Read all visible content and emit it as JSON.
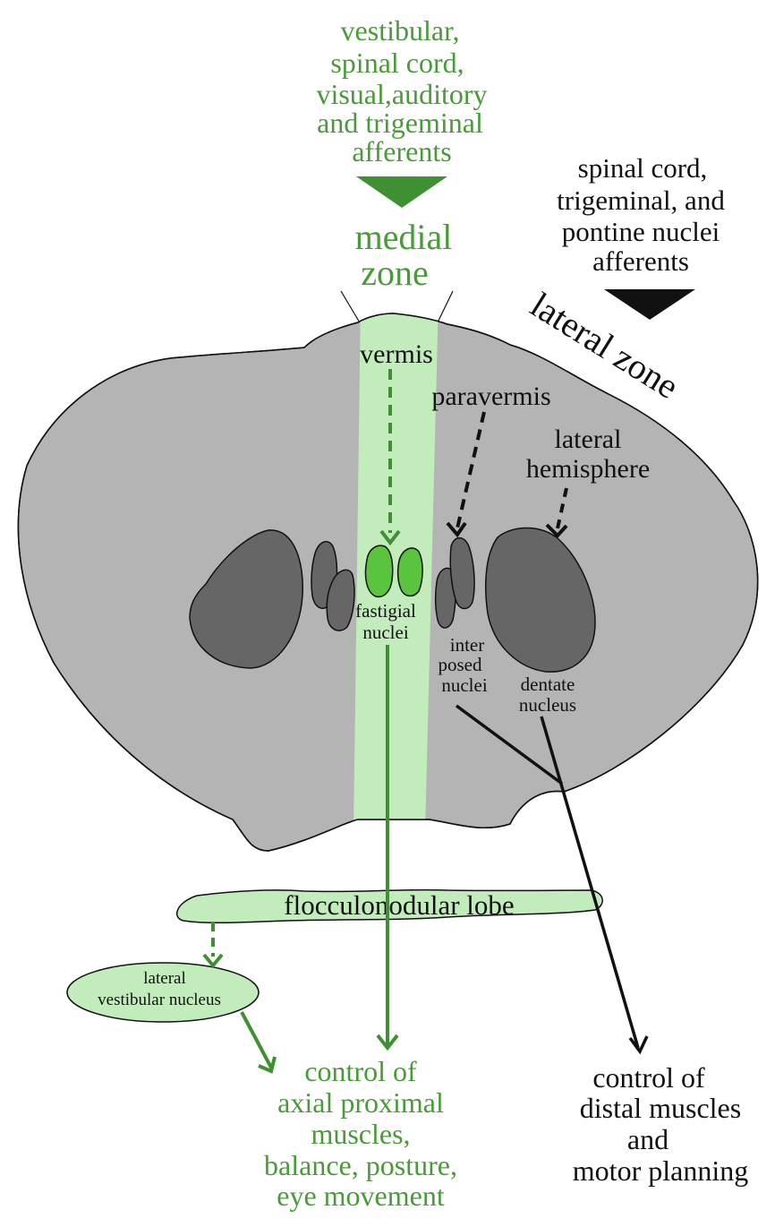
{
  "colors": {
    "green_text": "#4a9a3a",
    "green_arrow": "#3f9032",
    "light_green": "#c2ecbb",
    "bright_green": "#5bc43e",
    "gray": "#b4b4b4",
    "dark_gray": "#666666",
    "black": "#111111"
  },
  "top_afferents": {
    "lines": [
      "vestibular,",
      "spinal cord,",
      "visual,auditory",
      "and trigeminal",
      "afferents"
    ]
  },
  "medial_zone": {
    "lines": [
      "medial",
      "zone"
    ]
  },
  "lateral_afferents": {
    "lines": [
      "spinal cord,",
      "trigeminal, and",
      "pontine nuclei",
      "afferents"
    ]
  },
  "lateral_zone": {
    "label": "lateral zone"
  },
  "regions": {
    "vermis": "vermis",
    "paravermis": "paravermis",
    "lateral_hemisphere": [
      "lateral",
      "hemisphere"
    ]
  },
  "nuclei": {
    "fastigial": [
      "fastigial",
      "nuclei"
    ],
    "interposed": [
      "inter",
      "posed",
      "nuclei"
    ],
    "dentate": [
      "dentate",
      "nucleus"
    ]
  },
  "flocculonodular": {
    "label": "flocculonodular lobe"
  },
  "lateral_vestibular": {
    "lines": [
      "lateral",
      "vestibular nucleus"
    ]
  },
  "output_green": {
    "lines": [
      "control of",
      "axial proximal",
      "muscles,",
      "balance, posture,",
      "eye movement"
    ]
  },
  "output_black": {
    "lines": [
      "control of",
      "distal muscles",
      "and",
      "motor planning"
    ]
  }
}
